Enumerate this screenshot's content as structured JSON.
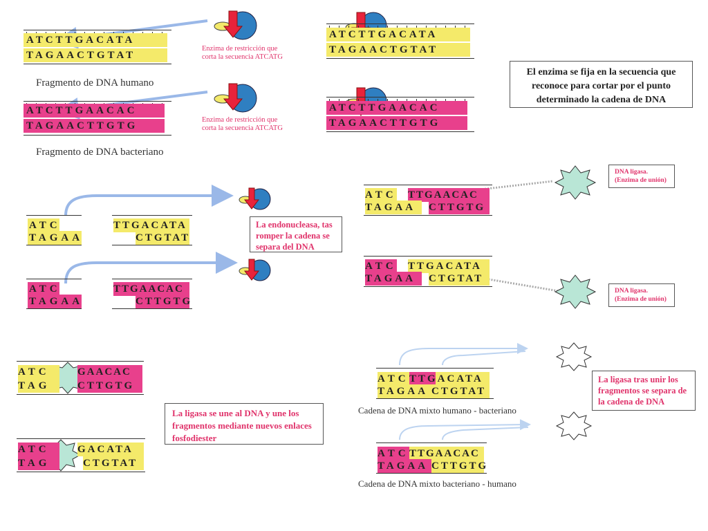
{
  "colors": {
    "human": "#f4ea6a",
    "bacterial": "#e8408c",
    "enzyme": "#2f7fc1",
    "arrow_red": "#e8233b",
    "ligase": "#b9e6d6",
    "arrow_blue": "#9ab8e8"
  },
  "section1": {
    "human_fragment": {
      "top": "ATCTTGACATA",
      "bottom": "TAGAACTGTAT",
      "caption": "Fragmento de DNA humano"
    },
    "bacterial_fragment": {
      "top": "ATCTTGAACAC",
      "bottom": "TAGAACTTGTG",
      "caption": "Fragmento de DNA bacteriano"
    },
    "enzyme_label_line1": "Enzima de restricción que",
    "enzyme_label_line2": "corta la secuencia ATCATG",
    "bound_human": {
      "top": "ATCTTGACATA",
      "bottom": "TAGAACTGTAT"
    },
    "bound_bacterial": {
      "top": "ATCTTGAACAC",
      "bottom": "TAGAACTTGTG"
    },
    "info_box": "El enzima se fija en la secuencia que reconoce para cortar por el punto determinado la cadena de DNA"
  },
  "section2": {
    "cut_human_left": {
      "top": "ATC",
      "bottom": "TAGAA"
    },
    "cut_human_right": {
      "top": "TTGACATA",
      "bottom": "CTGTAT"
    },
    "cut_bact_left": {
      "top": "ATC",
      "bottom": "TAGAA"
    },
    "cut_bact_right": {
      "top": "TTGAACAC",
      "bottom": "CTTGTG"
    },
    "endonuclease_box": "La endonucleasa, tas romper la cadena se separa del DNA",
    "mixed1": {
      "top_left": "ATC",
      "top_right": "TTGAACAC",
      "bottom_left": "TAGAA",
      "bottom_right": "CTTGTG"
    },
    "mixed2": {
      "top_left": "ATC",
      "top_right": "TTGACATA",
      "bottom_left": "TAGAA",
      "bottom_right": "CTGTAT"
    },
    "ligase_label_line1": "DNA ligasa.",
    "ligase_label_line2": "(Enzima de unión)"
  },
  "section3": {
    "join1": {
      "top_left": "ATC",
      "top_right": "GAACAC",
      "bottom_left": "TAG",
      "bottom_right": "CTTGTG"
    },
    "join2": {
      "top_left": "ATC",
      "top_right": "GACATA",
      "bottom_left": "TAG",
      "bottom_right": "CTGTAT"
    },
    "ligase_box": "La ligasa se une al DNA y une los fragmentos mediante nuevos enlaces fosfodiester",
    "final1": {
      "top_left": "ATC",
      "top_right": "TTGACATA",
      "bottom_left": "TAGAA",
      "bottom_right": "CTGTAT",
      "caption": "Cadena de DNA mixto humano - bacteriano"
    },
    "final2": {
      "top_left": "ATC",
      "top_right": "TTGAACAC",
      "bottom_left": "TAGAA",
      "bottom_right": "CTTGTG",
      "caption": "Cadena de DNA mixto bacteriano - humano"
    },
    "separate_box": "La ligasa tras unir los fragmentos se separa de la cadena de DNA"
  }
}
